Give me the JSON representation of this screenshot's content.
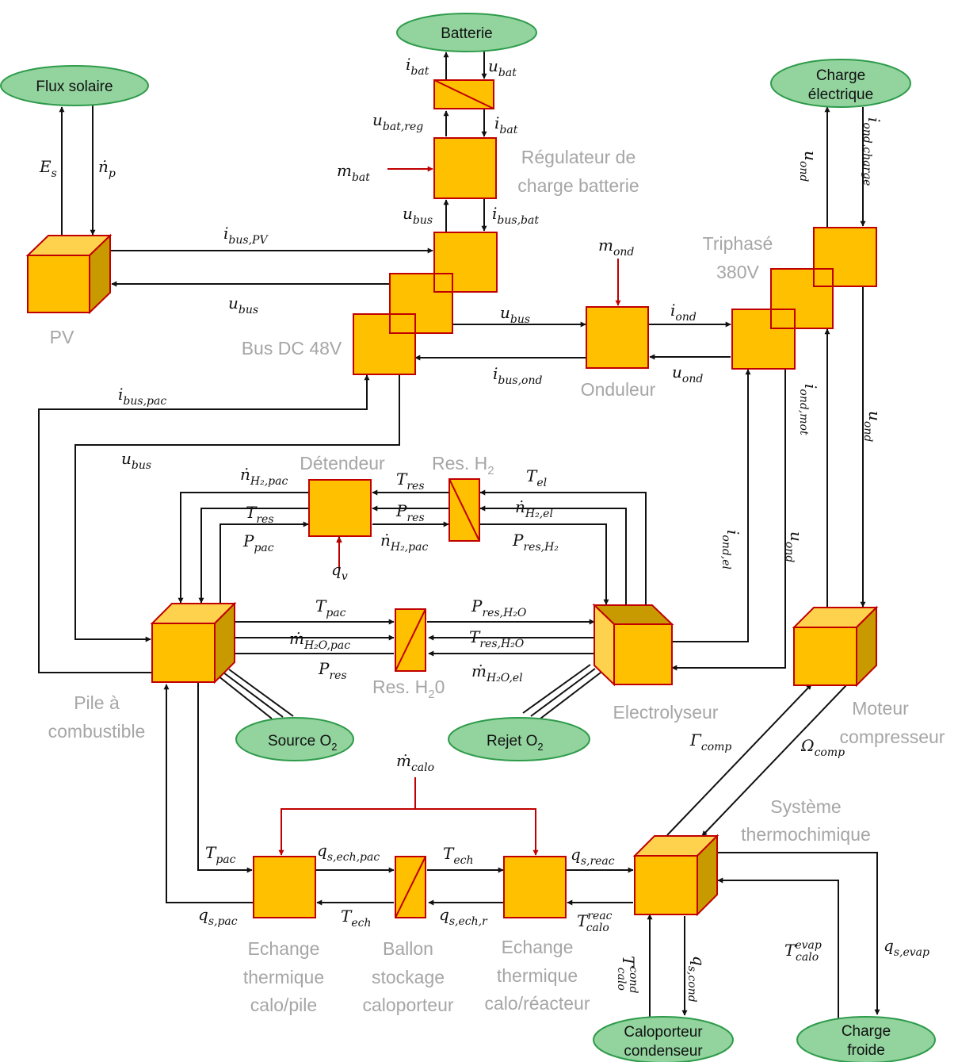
{
  "colors": {
    "block_fill": "#ffc000",
    "block_stroke": "#c00000",
    "source_fill": "#92d39e",
    "source_stroke": "#2e9b4a",
    "label_gray": "#a6a6a6",
    "arrow": "#111111",
    "control_arrow": "#c00000"
  },
  "sources": {
    "batterie": "Batterie",
    "flux_solaire": "Flux solaire",
    "charge_electrique_1": "Charge",
    "charge_electrique_2": "électrique",
    "source_o2": "Source O",
    "rejet_o2": "Rejet O",
    "caloporteur_1": "Caloporteur",
    "caloporteur_2": "condenseur",
    "charge_froide_1": "Charge",
    "charge_froide_2": "froide",
    "subscript_2": "2"
  },
  "components": {
    "regulateur_1": "Régulateur de",
    "regulateur_2": "charge batterie",
    "pv": "PV",
    "bus_dc": "Bus DC 48V",
    "triphase_1": "Triphasé",
    "triphase_2": "380V",
    "onduleur": "Onduleur",
    "detendeur": "Détendeur",
    "res_h2": "Res. H",
    "res_h2o_1": "Res. H",
    "res_h2o_2": "0",
    "pile_1": "Pile à",
    "pile_2": "combustible",
    "electrolyseur": "Electrolyseur",
    "moteur_1": "Moteur",
    "moteur_2": "compresseur",
    "systeme_1": "Système",
    "systeme_2": "thermochimique",
    "echange_pile_1": "Echange",
    "echange_pile_2": "thermique",
    "echange_pile_3": "calo/pile",
    "ballon_1": "Ballon",
    "ballon_2": "stockage",
    "ballon_3": "caloporteur",
    "echange_reac_1": "Echange",
    "echange_reac_2": "thermique",
    "echange_reac_3": "calo/réacteur"
  },
  "variables": {
    "i_bat_1": {
      "b": "i",
      "sub": "bat"
    },
    "u_bat_1": {
      "b": "u",
      "sub": "bat"
    },
    "u_bat_reg": {
      "b": "u",
      "sub": "bat,reg"
    },
    "i_bat_2": {
      "b": "i",
      "sub": "bat"
    },
    "m_bat": {
      "b": "m",
      "sub": "bat"
    },
    "u_bus_1": {
      "b": "u",
      "sub": "bus"
    },
    "i_bus_bat": {
      "b": "i",
      "sub": "bus,bat"
    },
    "e_s": {
      "b": "E",
      "sub": "s"
    },
    "n_p": {
      "b": "ṅ",
      "sub": "p"
    },
    "i_bus_pv": {
      "b": "i",
      "sub": "bus,PV"
    },
    "u_bus_2": {
      "b": "u",
      "sub": "bus"
    },
    "m_ond": {
      "b": "m",
      "sub": "ond"
    },
    "u_bus_3": {
      "b": "u",
      "sub": "bus"
    },
    "i_ond_1": {
      "b": "i",
      "sub": "ond"
    },
    "i_bus_ond": {
      "b": "i",
      "sub": "bus,ond"
    },
    "u_ond_1": {
      "b": "u",
      "sub": "ond"
    },
    "u_ond_v1": {
      "b": "u",
      "sub": "ond"
    },
    "i_ond_charge": {
      "b": "i",
      "sub": "ond,charge"
    },
    "i_bus_pac": {
      "b": "i",
      "sub": "bus,pac"
    },
    "u_bus_4": {
      "b": "u",
      "sub": "bus"
    },
    "i_ond_mot": {
      "b": "i",
      "sub": "ond,mot"
    },
    "u_ond_v2": {
      "b": "u",
      "sub": "ond"
    },
    "i_ond_el": {
      "b": "i",
      "sub": "ond,el"
    },
    "u_ond_v3": {
      "b": "u",
      "sub": "ond"
    },
    "n_h2_pac_1": {
      "b": "ṅ",
      "sub": "H₂,pac"
    },
    "t_res_1": {
      "b": "T",
      "sub": "res"
    },
    "p_pac": {
      "b": "P",
      "sub": "pac"
    },
    "t_res_2": {
      "b": "T",
      "sub": "res"
    },
    "p_res_1": {
      "b": "P",
      "sub": "res"
    },
    "n_h2_pac_2": {
      "b": "ṅ",
      "sub": "H₂,pac"
    },
    "t_el": {
      "b": "T",
      "sub": "el"
    },
    "n_h2_el": {
      "b": "ṅ",
      "sub": "H₂,el"
    },
    "p_res_h2": {
      "b": "P",
      "sub": "res,H₂"
    },
    "q_v": {
      "b": "q",
      "sub": "v"
    },
    "t_pac_1": {
      "b": "T",
      "sub": "pac"
    },
    "m_h2o_pac": {
      "b": "ṁ",
      "sub": "H₂O,pac"
    },
    "p_res_2": {
      "b": "P",
      "sub": "res"
    },
    "p_res_h2o": {
      "b": "P",
      "sub": "res,H₂O"
    },
    "t_res_h2o": {
      "b": "T",
      "sub": "res,H₂O"
    },
    "m_h2o_el": {
      "b": "ṁ",
      "sub": "H₂O,el"
    },
    "gamma_comp": {
      "b": "Γ",
      "sub": "comp"
    },
    "omega_comp": {
      "b": "Ω",
      "sub": "comp"
    },
    "m_calo": {
      "b": "ṁ",
      "sub": "calo"
    },
    "t_pac_2": {
      "b": "T",
      "sub": "pac"
    },
    "q_s_ech_pac": {
      "b": "q",
      "sub": "s,ech,pac"
    },
    "t_ech_1": {
      "b": "T",
      "sub": "ech"
    },
    "q_s_reac": {
      "b": "q",
      "sub": "s,reac"
    },
    "q_s_pac": {
      "b": "q",
      "sub": "s,pac"
    },
    "t_ech_2": {
      "b": "T",
      "sub": "ech"
    },
    "q_s_ech_r": {
      "b": "q",
      "sub": "s,ech,r"
    },
    "t_calo_reac": {
      "b": "T",
      "sub": "calo",
      "sup": "reac"
    },
    "t_calo_evap": {
      "b": "T",
      "sub": "calo",
      "sup": "evap"
    },
    "q_s_evap": {
      "b": "q",
      "sub": "s,evap"
    },
    "t_calo_cond": {
      "b": "T",
      "sub": "calo",
      "sup": "cond"
    },
    "q_s_cond": {
      "b": "q",
      "sub": "s,cond"
    }
  }
}
